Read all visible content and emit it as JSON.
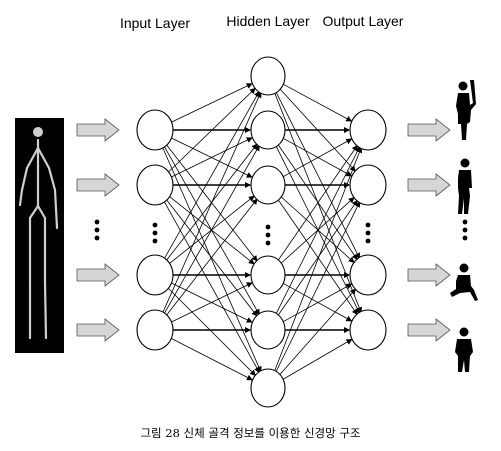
{
  "layers": {
    "input": {
      "label": "Input Layer"
    },
    "hidden": {
      "label": "Hidden Layer"
    },
    "output": {
      "label": "Output Layer"
    }
  },
  "caption": "그림 28 신체 골격 정보를 이용한 신경망 구조",
  "icons": {
    "skeleton": "skeleton-icon",
    "arrow": "arrow-icon",
    "silhouettes": [
      "person-arm-raised-icon",
      "person-standing-icon",
      "person-sitting-icon",
      "person-standing-icon"
    ]
  },
  "colors": {
    "arrow_fill": "#d6d6d6",
    "skeleton_bg": "#000000",
    "bone": "#cfcfcf",
    "line": "#000000"
  }
}
